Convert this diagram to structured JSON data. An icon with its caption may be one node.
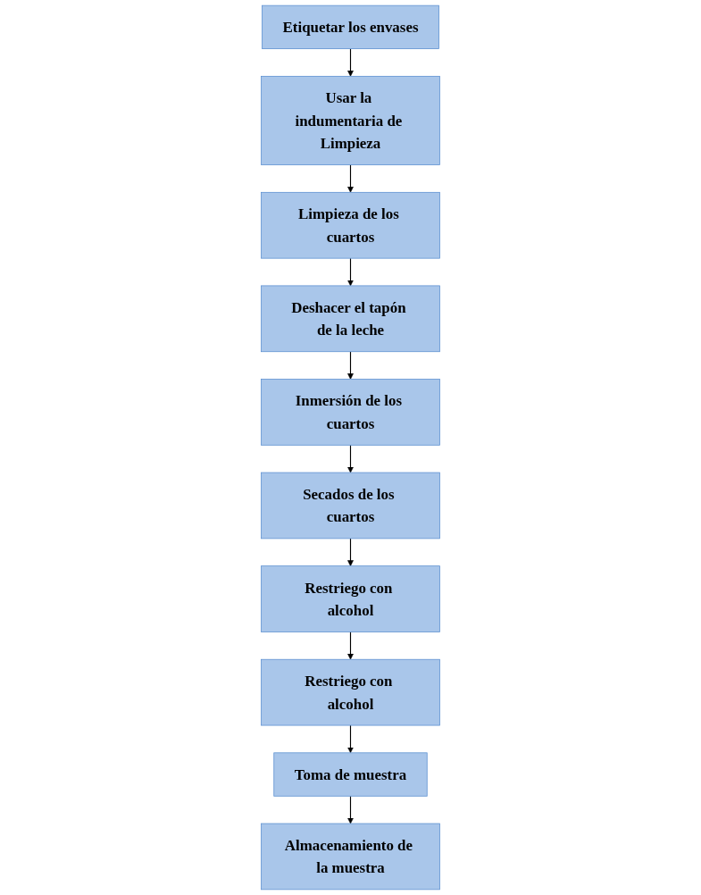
{
  "diagram": {
    "nodes": [
      {
        "text": [
          "Etiquetar los envases"
        ]
      },
      {
        "text": [
          "Usar la indumentaria de Limpieza"
        ]
      },
      {
        "text": [
          "Limpieza de los cuartos"
        ]
      },
      {
        "text": [
          "Deshacer el tapón de la leche"
        ]
      },
      {
        "text": [
          "Inmersión de los cuartos"
        ]
      },
      {
        "text": [
          "Secados de los cuartos"
        ]
      },
      {
        "text": [
          "Restriego con alcohol"
        ]
      },
      {
        "text": [
          "Restriego con alcohol"
        ]
      },
      {
        "text": [
          "Toma de muestra"
        ]
      },
      {
        "text": [
          "Almacenamiento de la muestra"
        ]
      }
    ],
    "edges": [
      {
        "from": 0,
        "to": 1,
        "arrow": "to"
      },
      {
        "from": 1,
        "to": 2,
        "arrow": "to"
      },
      {
        "from": 2,
        "to": 3,
        "arrow": "to"
      },
      {
        "from": 3,
        "to": 4,
        "arrow": "to"
      },
      {
        "from": 4,
        "to": 5,
        "arrow": "to"
      },
      {
        "from": 5,
        "to": 6,
        "arrow": "to"
      },
      {
        "from": 6,
        "to": 7,
        "arrow": "to"
      },
      {
        "from": 7,
        "to": 8,
        "arrow": "to"
      },
      {
        "from": 8,
        "to": 9,
        "arrow": "to"
      }
    ]
  }
}
